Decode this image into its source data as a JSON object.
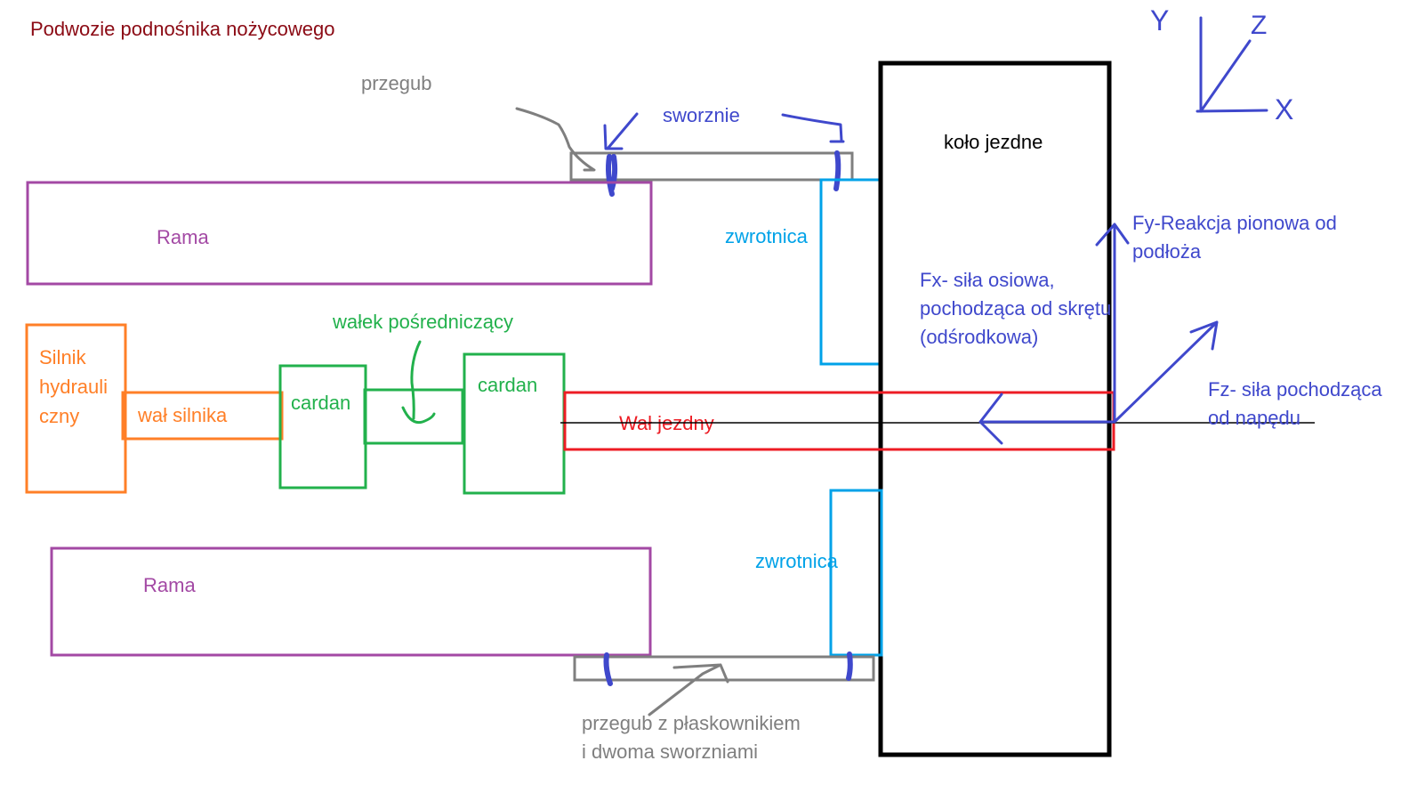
{
  "title": "Podwozie podnośnika nożycowego",
  "colors": {
    "title": "#8b0a14",
    "frame": "#a349a4",
    "motor": "#ff7f27",
    "cardan": "#22b14c",
    "drive_shaft": "#ed1c24",
    "knuckle": "#00a2e8",
    "joint": "#7f7f7f",
    "forces": "#3f48cc",
    "wheel": "#000000"
  },
  "labels": {
    "przegub": "przegub",
    "sworznie": "sworznie",
    "kolo_jezdne": "koło jezdne",
    "rama_top": "Rama",
    "rama_bottom": "Rama",
    "zwrotnica_top": "zwrotnica",
    "zwrotnica_bottom": "zwrotnica",
    "walek_posredniczacy": "wałek pośredniczący",
    "silnik_lines": [
      "Silnik",
      "hydrauli",
      "czny"
    ],
    "wal_silnika": "wał silnika",
    "cardan_left": "cardan",
    "cardan_right": "cardan",
    "wal_jezdny": "Wał jezdny",
    "fx_lines": [
      "Fx- siła osiowa,",
      "pochodząca od skrętu",
      "(odśrodkowa)"
    ],
    "fy_lines": [
      "Fy-Reakcja pionowa od",
      "podłoża"
    ],
    "fz_lines": [
      "Fz- siła pochodząca",
      "od napędu"
    ],
    "przegub_plaskownik_lines": [
      "przegub z płaskownikiem",
      "i dwoma sworzniami"
    ]
  },
  "axes": {
    "y": "Y",
    "z": "Z",
    "x": "X"
  }
}
